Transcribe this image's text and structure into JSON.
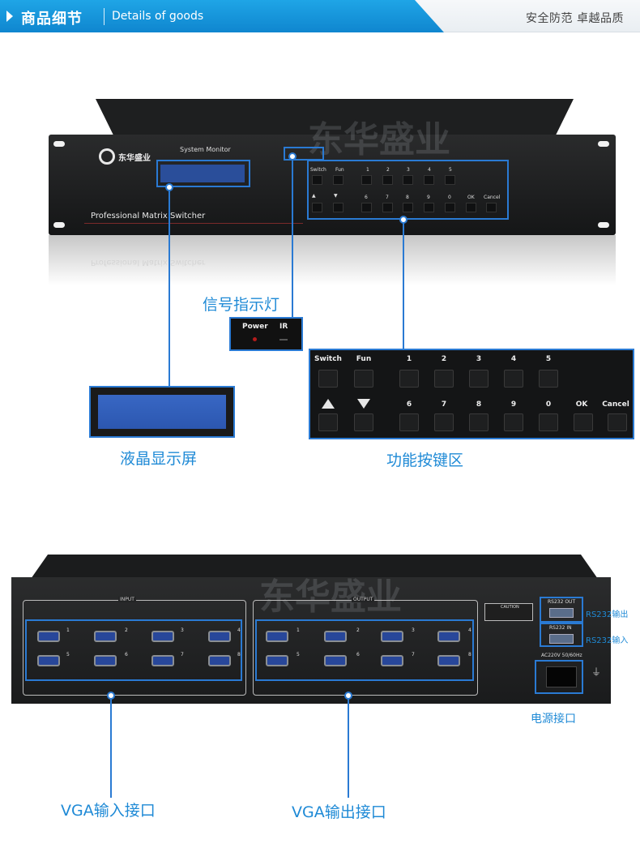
{
  "header": {
    "title": "商品细节",
    "subtitle": "Details of goods",
    "right_text": "安全防范  卓越品质"
  },
  "front_panel": {
    "brand": "东华盛业",
    "system_monitor": "System Monitor",
    "model_text": "Professional Matrix Switcher",
    "keys_row1": [
      "Switch",
      "Fun",
      "1",
      "2",
      "3",
      "4",
      "5"
    ],
    "keys_row2": [
      "▲",
      "▼",
      "6",
      "7",
      "8",
      "9",
      "0",
      "OK",
      "Cancel"
    ]
  },
  "watermark": "东华盛业",
  "callouts": {
    "signal_indicator": "信号指示灯",
    "lcd_screen": "液晶显示屏",
    "keypad_area": "功能按键区",
    "vga_input": "VGA输入接口",
    "vga_output": "VGA输出接口",
    "rs232_output": "RS232输出",
    "rs232_input": "RS232输入",
    "power_port": "电源接口"
  },
  "signal_panel": {
    "power_label": "Power",
    "ir_label": "IR"
  },
  "keypad_zoom": {
    "row1": [
      "Switch",
      "Fun",
      "1",
      "2",
      "3",
      "4",
      "5"
    ],
    "row2": [
      "6",
      "7",
      "8",
      "9",
      "0",
      "OK",
      "Cancel"
    ]
  },
  "rear_panel": {
    "input_label": "INPUT",
    "output_label": "OUTPUT",
    "port_numbers": [
      "1",
      "2",
      "3",
      "4",
      "5",
      "6",
      "7",
      "8"
    ],
    "caution": "CAUTION",
    "rs232_out": "RS232 OUT",
    "rs232_in": "RS232 IN",
    "ac_rating": "AC220V 50/60Hz"
  },
  "colors": {
    "accent_blue": "#1f8ad6",
    "header_blue": "#1496d8",
    "lcd_blue": "#3867c4"
  }
}
